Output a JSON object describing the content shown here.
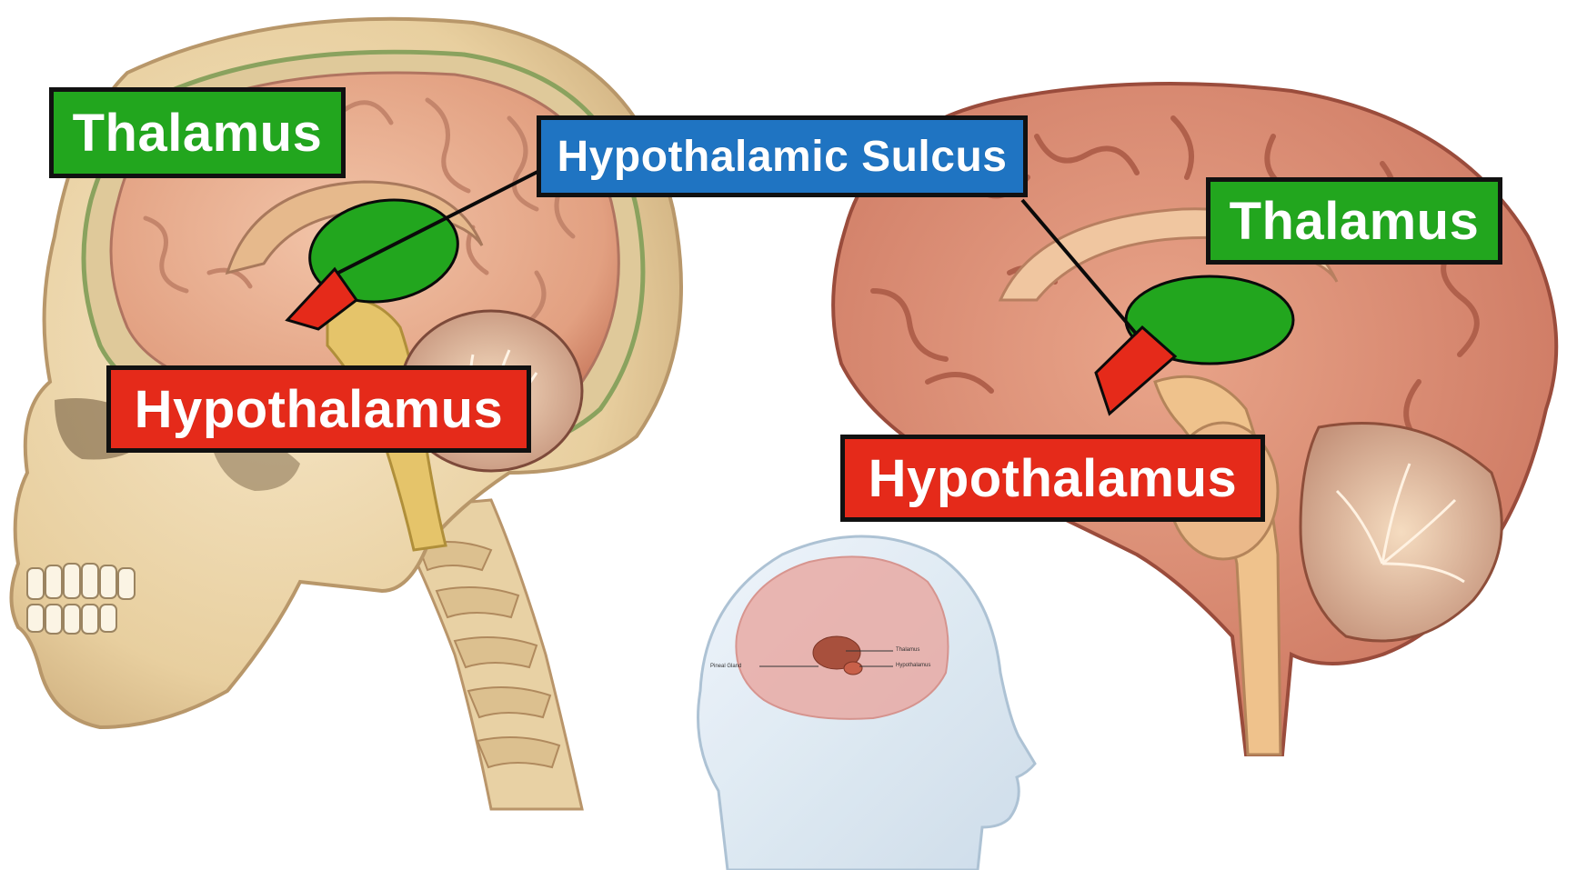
{
  "labels": {
    "thalamus_left": "Thalamus",
    "hypothalamus_left": "Hypothalamus",
    "hypothalamic_sulcus": "Hypothalamic Sulcus",
    "thalamus_right": "Thalamus",
    "hypothalamus_right": "Hypothalamus"
  },
  "inset_labels": {
    "thalamus": "Thalamus",
    "hypothalamus": "Hypothalamus",
    "pineal": "Pineal Gland"
  },
  "colors": {
    "thalamus_highlight": "#22a61e",
    "hypothalamus_highlight": "#e52a1a",
    "sulcus_label": "#1f74c2"
  }
}
